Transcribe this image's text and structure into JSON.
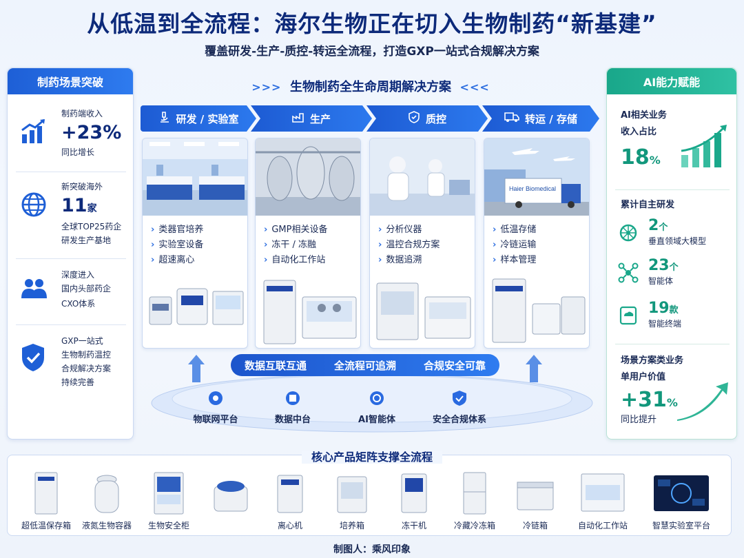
{
  "header": {
    "title": "从低温到全流程：海尔生物正在切入生物制药“新基建”",
    "subtitle": "覆盖研发-生产-质控-转运全流程，打造GXP一站式合规解决方案"
  },
  "left_panel": {
    "title": "制药场景突破",
    "items": [
      {
        "icon": "bar-chart-growth-icon",
        "top_text": "制药端收入",
        "big": "+23%",
        "bottom_text": "同比增长"
      },
      {
        "icon": "globe-icon",
        "top_text": "新突破海外",
        "big_num": "11",
        "big_unit": "家",
        "bottom_text": "全球TOP25药企",
        "bottom_text2": "研发生产基地"
      },
      {
        "icon": "users-icon",
        "lines": [
          "深度进入",
          "国内头部药企",
          "CXO体系"
        ]
      },
      {
        "icon": "shield-check-icon",
        "lines": [
          "GXP一站式",
          "生物制药温控",
          "合规解决方案",
          "持续完善"
        ]
      }
    ]
  },
  "center": {
    "title": "生物制药全生命周期解决方案",
    "stages": [
      {
        "label": "研发 / 实验室",
        "icon": "microscope-icon",
        "items": [
          "类器官培养",
          "实验室设备",
          "超速离心"
        ]
      },
      {
        "label": "生产",
        "icon": "factory-icon",
        "items": [
          "GMP相关设备",
          "冻干 / 冻融",
          "自动化工作站"
        ]
      },
      {
        "label": "质控",
        "icon": "shield-icon",
        "items": [
          "分析仪器",
          "温控合规方案",
          "数据追溯"
        ]
      },
      {
        "label": "转运 / 存储",
        "icon": "truck-icon",
        "items": [
          "低温存储",
          "冷链运输",
          "样本管理"
        ]
      }
    ],
    "truck_text": "Haier Biomedical",
    "pill": [
      "数据互联互通",
      "全流程可追溯",
      "合规安全可靠"
    ],
    "platforms": [
      {
        "icon": "iot-icon",
        "label": "物联网平台"
      },
      {
        "icon": "data-center-icon",
        "label": "数据中台"
      },
      {
        "icon": "ai-agent-icon",
        "label": "AI智能体"
      },
      {
        "icon": "compliance-icon",
        "label": "安全合规体系"
      }
    ]
  },
  "right_panel": {
    "title": "AI能力赋能",
    "ai_revenue": {
      "label1": "AI相关业务",
      "label2": "收入占比",
      "num": "18",
      "unit": "%"
    },
    "research_title": "累计自主研发",
    "research": [
      {
        "icon": "neural-wheel-icon",
        "num": "2",
        "unit": "个",
        "label": "垂直领域大模型"
      },
      {
        "icon": "network-icon",
        "num": "23",
        "unit": "个",
        "label": "智能体"
      },
      {
        "icon": "cloud-terminal-icon",
        "num": "19",
        "unit": "款",
        "label": "智能终端"
      }
    ],
    "scene": {
      "label1": "场景方案类业务",
      "label2": "单用户价值",
      "num": "+31",
      "unit": "%",
      "bottom": "同比提升"
    }
  },
  "bottom": {
    "title": "核心产品矩阵支撑全流程",
    "products": [
      "超低温保存箱",
      "液氮生物容器",
      "生物安全柜",
      "",
      "离心机",
      "培养箱",
      "冻干机",
      "冷藏冷冻箱",
      "冷链箱",
      "自动化工作站",
      "智慧实验室平台"
    ]
  },
  "credit": "制图人：乘风印象",
  "colors": {
    "primary": "#1e5fd6",
    "teal": "#19a78a",
    "navy": "#0d2a7a"
  }
}
